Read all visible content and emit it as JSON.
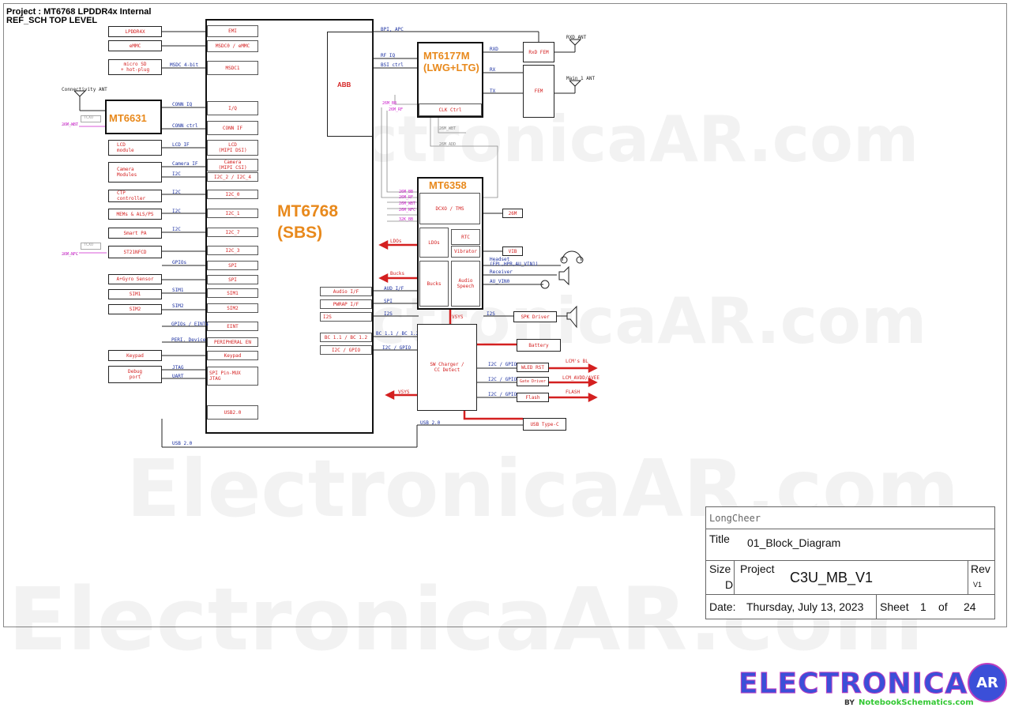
{
  "header": {
    "line1": "Project : MT6768 LPDDR4x Internal",
    "line2": "REF_SCH TOP LEVEL"
  },
  "chips": {
    "main_line1": "MT6768",
    "main_line2": "(SBS)",
    "abb": "ABB",
    "rf_line1": "MT6177M",
    "rf_line2": "(LWG+LTG)",
    "clk": "CLK Ctrl",
    "conn": "MT6631",
    "pmic": "MT6358"
  },
  "left_blocks": {
    "lpddr4x": "LPDDR4X",
    "emmc": "eMMC",
    "microsd_1": "micro SD",
    "microsd_2": "+ hot-plug",
    "lcd_1": "LCD",
    "lcd_2": "module",
    "camera_1": "Camera",
    "camera_2": "Modules",
    "ctp_1": "CTP",
    "ctp_2": "controller",
    "mems": "MEMs & ALS/PS",
    "smartpa": "Smart PA",
    "nfc": "ST21NFCD",
    "gyro": "A+Gyro Sensor",
    "sim1": "SIM1",
    "sim2": "SIM2",
    "keypad": "Keypad",
    "debug_1": "Debug",
    "debug_2": "port"
  },
  "soc_pins": {
    "emi": "EMI",
    "msdc0": "MSDC0 / eMMC",
    "msdc1": "MSDC1",
    "iq": "I/Q",
    "connif": "CONN IF",
    "lcd_1": "LCD",
    "lcd_2": "(MIPI DSI)",
    "cam_1": "Camera",
    "cam_2": "(MIPI CSI)",
    "i2c24": "I2C_2 / I2C_4",
    "i2c0": "I2C_0",
    "i2c1": "I2C_1",
    "i2c7": "I2C_7",
    "i2c3": "I2C_3",
    "spi_a": "SPI",
    "spi_b": "SPI",
    "sim1": "SIM1",
    "sim2": "SIM2",
    "eint": "EINT",
    "periph": "PERIPHERAL EN",
    "keypad": "Keypad",
    "spimux_1": "SPI Pin-MUX",
    "spimux_2": "JTAG",
    "usb20": "USB2.0",
    "audio": "Audio I/F",
    "pwrap": "PWRAP I/F",
    "i2s": "I2S",
    "bc": "BC 1.1 / BC 1.2",
    "i2cgpio": "I2C / GPIO"
  },
  "pmic_blocks": {
    "dcxo": "DCXO / TMS",
    "ldos": "LDOs",
    "rtc": "RTC",
    "vibrator": "Vibrator",
    "bucks": "Bucks",
    "audio_1": "Audio",
    "audio_2": "Speech"
  },
  "right_blocks": {
    "rxd_fem": "RxD FEM",
    "fem": "FEM",
    "k26m": "26M",
    "vib": "VIB",
    "spk": "SPK Driver",
    "battery": "Battery",
    "charger_1": "SW Charger /",
    "charger_2": "CC Detect",
    "wled": "WLED RST",
    "gate": "Gate Driver",
    "flash": "Flash",
    "usbc": "USB Type-C"
  },
  "net_labels": {
    "lcd_if": "LCD IF",
    "camera_if": "Camera IF",
    "i2c_a": "I2C",
    "i2c_b": "I2C",
    "i2c_c": "I2C",
    "i2c_d": "I2C",
    "gpios": "GPIOs",
    "sim1": "SIM1",
    "sim2": "SIM2",
    "gpio_eints": "GPIOs / EINTs",
    "peri_device": "PERI. Device",
    "jtag": "JTAG",
    "uart": "UART",
    "msdc_4bit": "MSDC 4-bit",
    "conn_iq": "CONN IQ",
    "conn_ctrl": "CONN ctrl",
    "conn_ant": "Connectivity ANT",
    "tcxo_a": "TCXO",
    "tcxo_b": "TCXO",
    "k26m_wbt": "26M_WBT",
    "k26m_nfc": "26M_NFC",
    "bpi_afc": "BPI, APC",
    "rf_iq": "RF IQ",
    "bsi_ctrl": "BSI ctrl",
    "rxd": "RXD",
    "rx": "RX",
    "tx": "TX",
    "rxd_ant": "RXD ANT",
    "main_ant": "Main 1 ANT",
    "k26m_bb": "26M_BB",
    "k26m_rf": "26M_RF",
    "k26m_wbt2": "26M_WBT",
    "k26m_add": "26M_ADD",
    "p_26m_bb": "26M_BB",
    "p_26m_rf": "26M_RF",
    "p_26m_wbt": "26M_WBT",
    "p_26m_nfc": "26M_NFC",
    "p_32k_bb": "32K_BB",
    "ldos": "LDOs",
    "bucks": "Bucks",
    "aud_if": "AUD I/F",
    "spi": "SPI",
    "i2s": "I2S",
    "i2s_spk": "I2S",
    "headset_1": "Headset",
    "headset_2": "(EPL,HPR,AU_VIN1)",
    "receiver": "Receiver",
    "au_vin0": "AU_VIN0",
    "vsys_a": "VSYS",
    "vsys_b": "VSYS",
    "bc12": "BC 1.1 / BC 1.2",
    "i2c_gpio": "I2C / GPIO",
    "i2c_gpio_a": "I2C / GPIO",
    "i2c_gpio_b": "I2C / GPIO",
    "i2c_gpio_c": "I2C / GPIO",
    "lcm_bl": "LCM's BL",
    "lcm_avdd": "LCM_AVDD/AVEE",
    "flash_out": "FLASH",
    "usb20_a": "USB 2.0",
    "usb20_b": "USB 2.0"
  },
  "title_block": {
    "company": "LongCheer",
    "title_label": "Title",
    "title_value": "01_Block_Diagram",
    "size_label": "Size",
    "size_value": "D",
    "project_label": "Project",
    "project_value": "C3U_MB_V1",
    "rev_label": "Rev",
    "rev_value": "V1",
    "date_label": "Date:",
    "date_value": "Thursday, July 13, 2023",
    "sheet_label": "Sheet",
    "sheet_num": "1",
    "of_label": "of",
    "sheet_total": "24"
  },
  "watermark": {
    "text": "ElectronicaAR.com",
    "logo_main": "ELECTRONICA",
    "logo_ar": "AR",
    "logo_by": "BY",
    "logo_sub": "NotebookSchematics.com"
  },
  "colors": {
    "chip_name": "#e8891c",
    "signal_red": "#d42020",
    "net_blue": "#1a2fa0",
    "clock_magenta": "#cc22cc",
    "logo_blue": "#3b4fd8"
  }
}
